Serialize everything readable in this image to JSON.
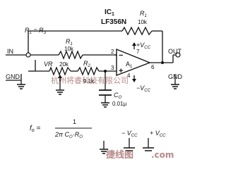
{
  "ic": {
    "name": "IC",
    "sub": "1",
    "part": "LF356N"
  },
  "equation_r": {
    "lhs": "R",
    "lhs_sub": "1",
    "eq": " = ",
    "rhs": "R",
    "rhs_sub": "3"
  },
  "r1_top": {
    "name": "R",
    "sub": "1",
    "value": "10k"
  },
  "r1_in": {
    "name": "R",
    "sub": "1",
    "value": "10k"
  },
  "vr": {
    "name": "VR",
    "value": "20k"
  },
  "r2": {
    "name": "R",
    "sub": "2",
    "value": "9.1k"
  },
  "co": {
    "name": "C",
    "sub": "O",
    "value": "0.01μ"
  },
  "opamp": {
    "name": "A",
    "sub": "1",
    "pin_inv": "2",
    "pin_noninv": "3",
    "pin_out": "6",
    "pin_vcc": "7",
    "pin_vee": "4"
  },
  "supply": {
    "pos": "V",
    "pos_sub": "CC",
    "neg": "V",
    "neg_sub": "CC"
  },
  "terminals": {
    "in": "IN",
    "gnd_left": "GND",
    "out": "OUT",
    "gnd_right": "GND"
  },
  "formula": {
    "lhs": "f",
    "lhs_sub": "o",
    "eq": " = ",
    "num": "1",
    "den": "2π C",
    "den_sub1": "O",
    "den_mid": "·R",
    "den_sub2": "O"
  },
  "bottom_supply": {
    "minus": "− V",
    "minus_sub": "CC",
    "plus": "+ V",
    "plus_sub": "CC"
  },
  "watermark": {
    "line1": "杭州将睿科技有限公司",
    "line2": "捷线图",
    "line3": ".com"
  },
  "colors": {
    "ink": "#111111",
    "watermark": "#7a2a2a",
    "background": "#ffffff"
  }
}
